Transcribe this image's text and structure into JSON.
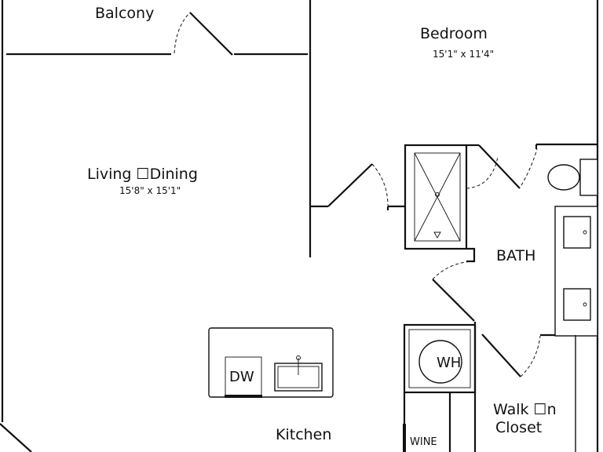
{
  "rooms": {
    "balcony": {
      "label": "Balcony"
    },
    "bedroom": {
      "label": "Bedroom",
      "dimensions": "15'1\" x 11'4\""
    },
    "living_dining": {
      "label": "Living ☐Dining",
      "dimensions": "15'8\" x 15'1\""
    },
    "bath": {
      "label": "BATH"
    },
    "kitchen": {
      "label": "Kitchen"
    },
    "walk_in_closet": {
      "label_line1": "Walk ☐n",
      "label_line2": "Closet"
    }
  },
  "fixtures": {
    "dishwasher": {
      "label": "DW"
    },
    "water_heater": {
      "label": "WH"
    },
    "wine": {
      "label": "WINE"
    }
  }
}
